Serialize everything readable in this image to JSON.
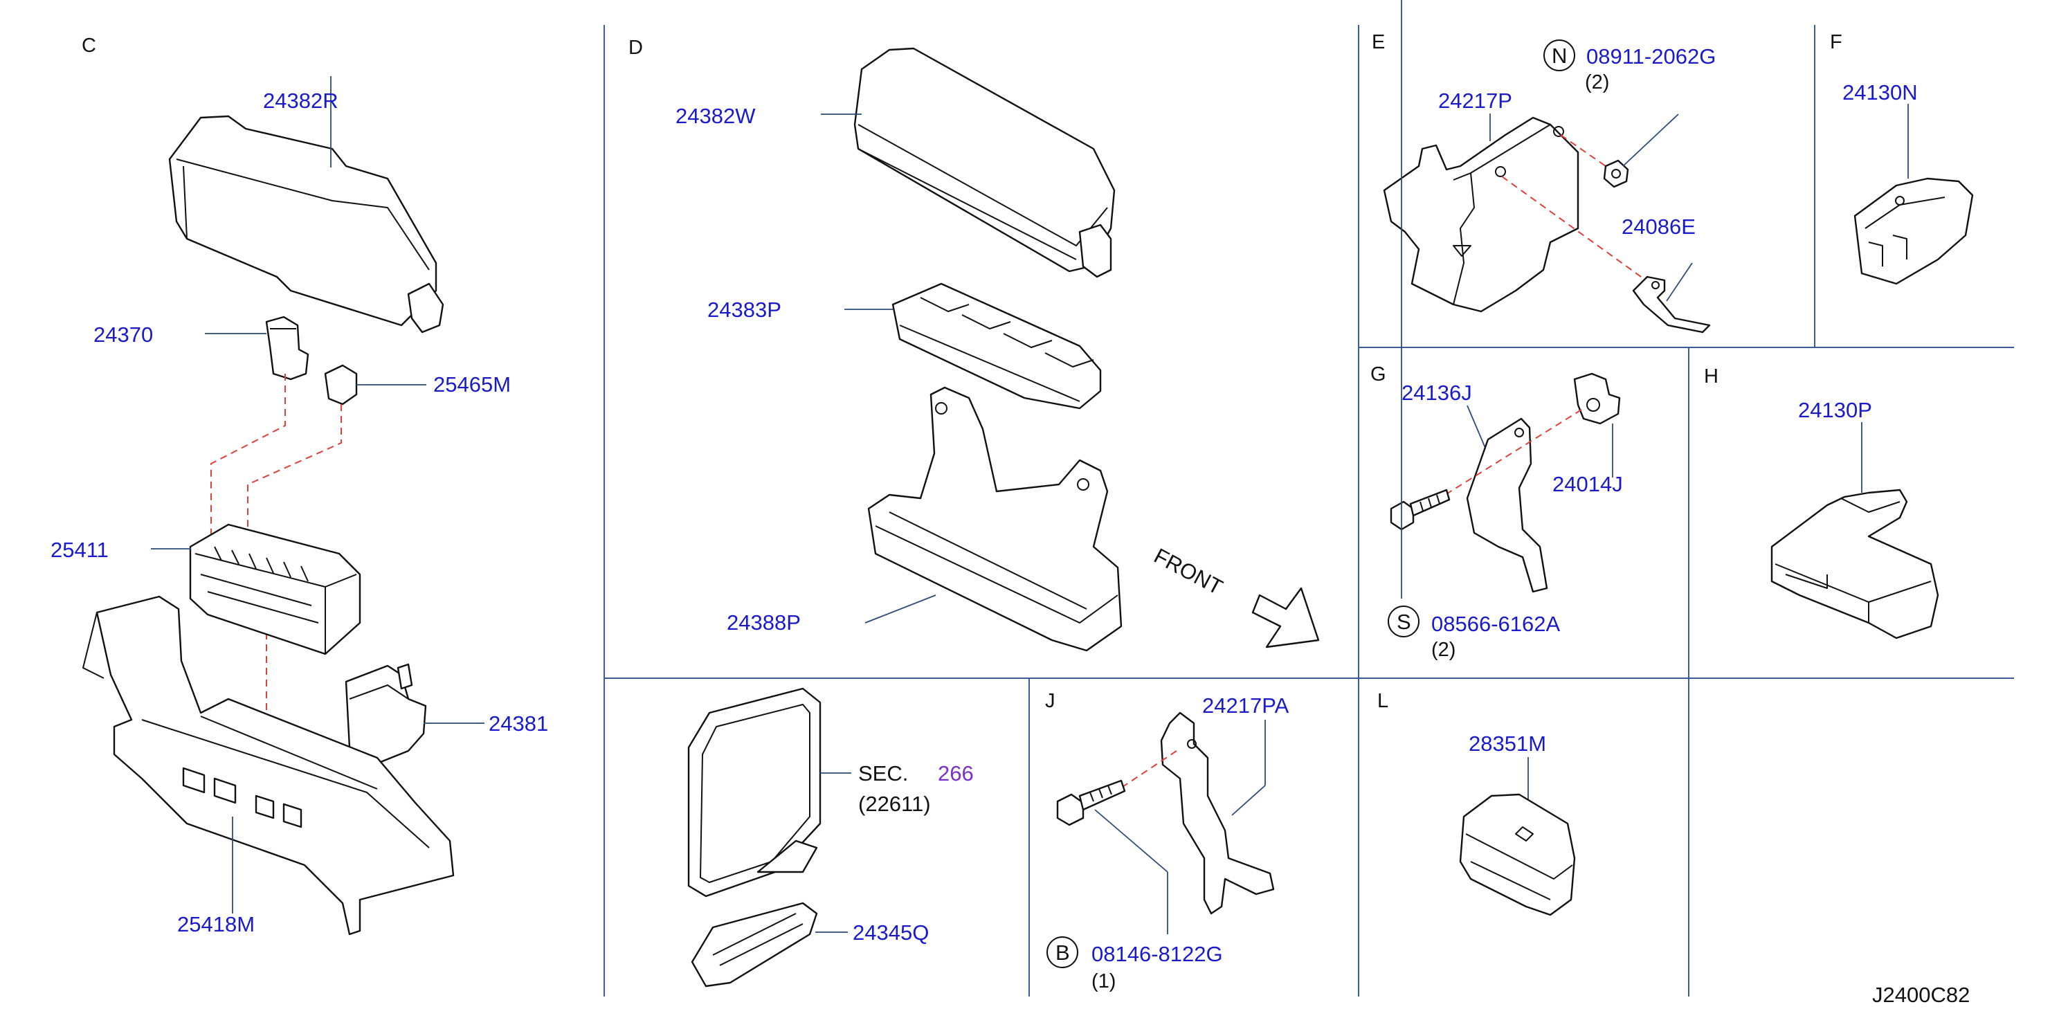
{
  "sections": {
    "C": "C",
    "D": "D",
    "E": "E",
    "F": "F",
    "G": "G",
    "H": "H",
    "J": "J",
    "L": "L"
  },
  "parts": {
    "p24382R": "24382R",
    "p24370": "24370",
    "p25465M": "25465M",
    "p25411": "25411",
    "p24381": "24381",
    "p25418M": "25418M",
    "p24382W": "24382W",
    "p24383P": "24383P",
    "p24388P": "24388P",
    "p24345Q": "24345Q",
    "p24217P": "24217P",
    "p08911": "08911-2062G",
    "p24086E": "24086E",
    "p24130N": "24130N",
    "p24136J": "24136J",
    "p24014J": "24014J",
    "p08566": "08566-6162A",
    "p24130P": "24130P",
    "p24217PA": "24217PA",
    "p08146": "08146-8122G",
    "p28351M": "28351M"
  },
  "quantities": {
    "q08911": "(2)",
    "q08566": "(2)",
    "q08146": "(1)"
  },
  "markers": {
    "N": "N",
    "S": "S",
    "B": "B"
  },
  "sec_ref": {
    "prefix": "SEC.",
    "number": "266",
    "sub": "(22611)"
  },
  "front_label": "FRONT",
  "diagram_code": "J2400C82",
  "colors": {
    "part_number": "#1a1acd",
    "sec_number": "#7a2fc9",
    "dash_line": "#e0403a",
    "grid": "#3a5c9a"
  }
}
